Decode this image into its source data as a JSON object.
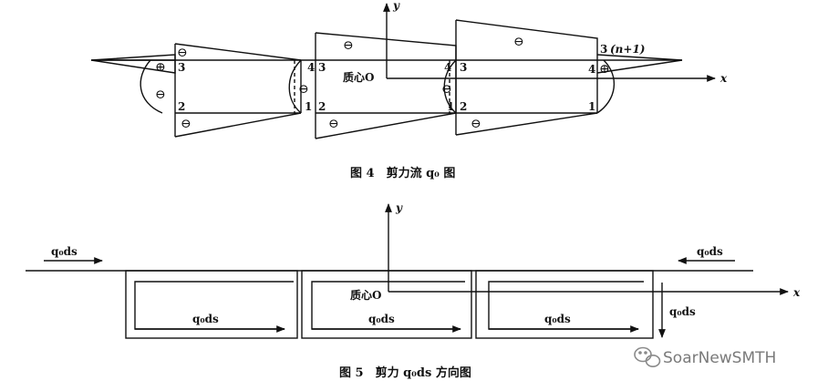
{
  "fig4": {
    "caption": "图 4　剪力流 q₀ 图",
    "y_axis": "y",
    "x_axis": "x",
    "centroid": "质心O",
    "n_plus_1": "(n+1)",
    "node_labels": [
      "3",
      "2",
      "4",
      "1",
      "3",
      "2",
      "4",
      "1",
      "3",
      "2",
      "4",
      "1",
      "3"
    ],
    "signs": {
      "plus": "⊕",
      "minus": "⊖"
    }
  },
  "fig5": {
    "caption": "图 5　剪力 q₀ds 方向图",
    "y_axis": "y",
    "x_axis": "x",
    "centroid": "质心O",
    "flow_left": "q₀ds",
    "flow_right": "q₀ds",
    "flow_cells": [
      "q₀ds",
      "q₀ds",
      "q₀ds"
    ],
    "flow_down": "q₀ds"
  },
  "watermark": {
    "text": "SoarNewSMTH",
    "icon": "wechat-logo-icon"
  }
}
